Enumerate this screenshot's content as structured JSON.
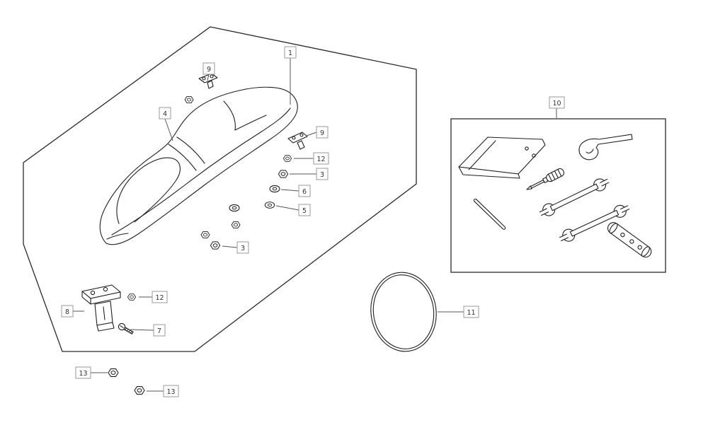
{
  "figure": {
    "type": "exploded-parts-diagram",
    "colors": {
      "background": "#ffffff",
      "line": "#1f1f1f",
      "boundary": "#2a2a2a",
      "leader": "#555555",
      "callout-border": "#9a9a9a",
      "callout-text": "#333333"
    }
  },
  "callouts": [
    {
      "label": "1"
    },
    {
      "label": "9"
    },
    {
      "label": "4"
    },
    {
      "label": "9"
    },
    {
      "label": "12"
    },
    {
      "label": "3"
    },
    {
      "label": "6"
    },
    {
      "label": "5"
    },
    {
      "label": "3"
    },
    {
      "label": "8"
    },
    {
      "label": "12"
    },
    {
      "label": "7"
    },
    {
      "label": "10"
    },
    {
      "label": "11"
    },
    {
      "label": "13"
    },
    {
      "label": "13"
    }
  ]
}
